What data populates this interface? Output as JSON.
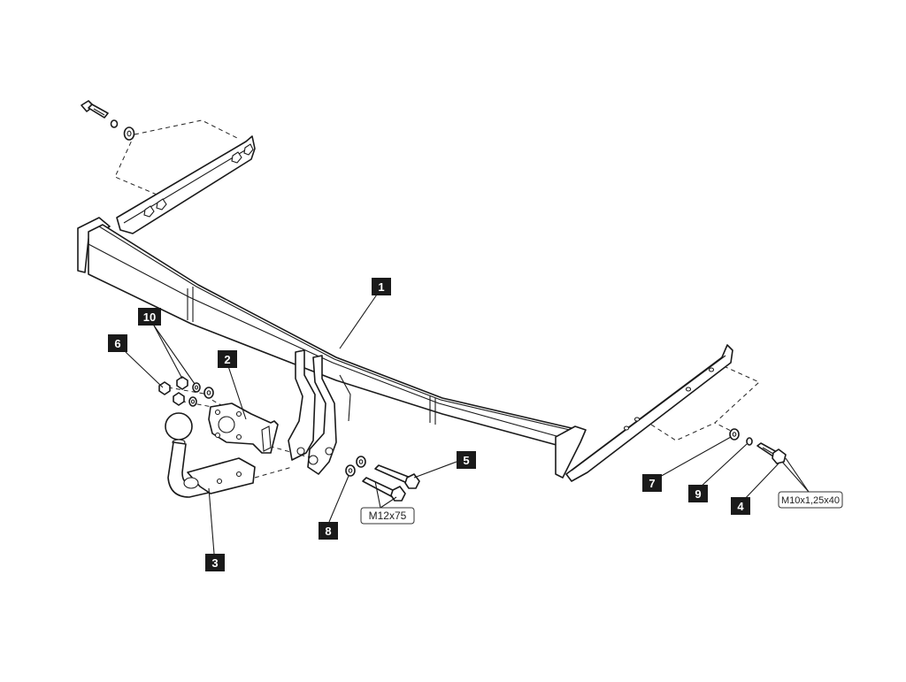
{
  "callouts": {
    "c1": "1",
    "c2": "2",
    "c3": "3",
    "c4": "4",
    "c5": "5",
    "c6": "6",
    "c7": "7",
    "c8": "8",
    "c9": "9",
    "c10": "10"
  },
  "dimensions": {
    "bolt_m12": "M12x75",
    "bolt_m10": "M10x1,25x40"
  }
}
